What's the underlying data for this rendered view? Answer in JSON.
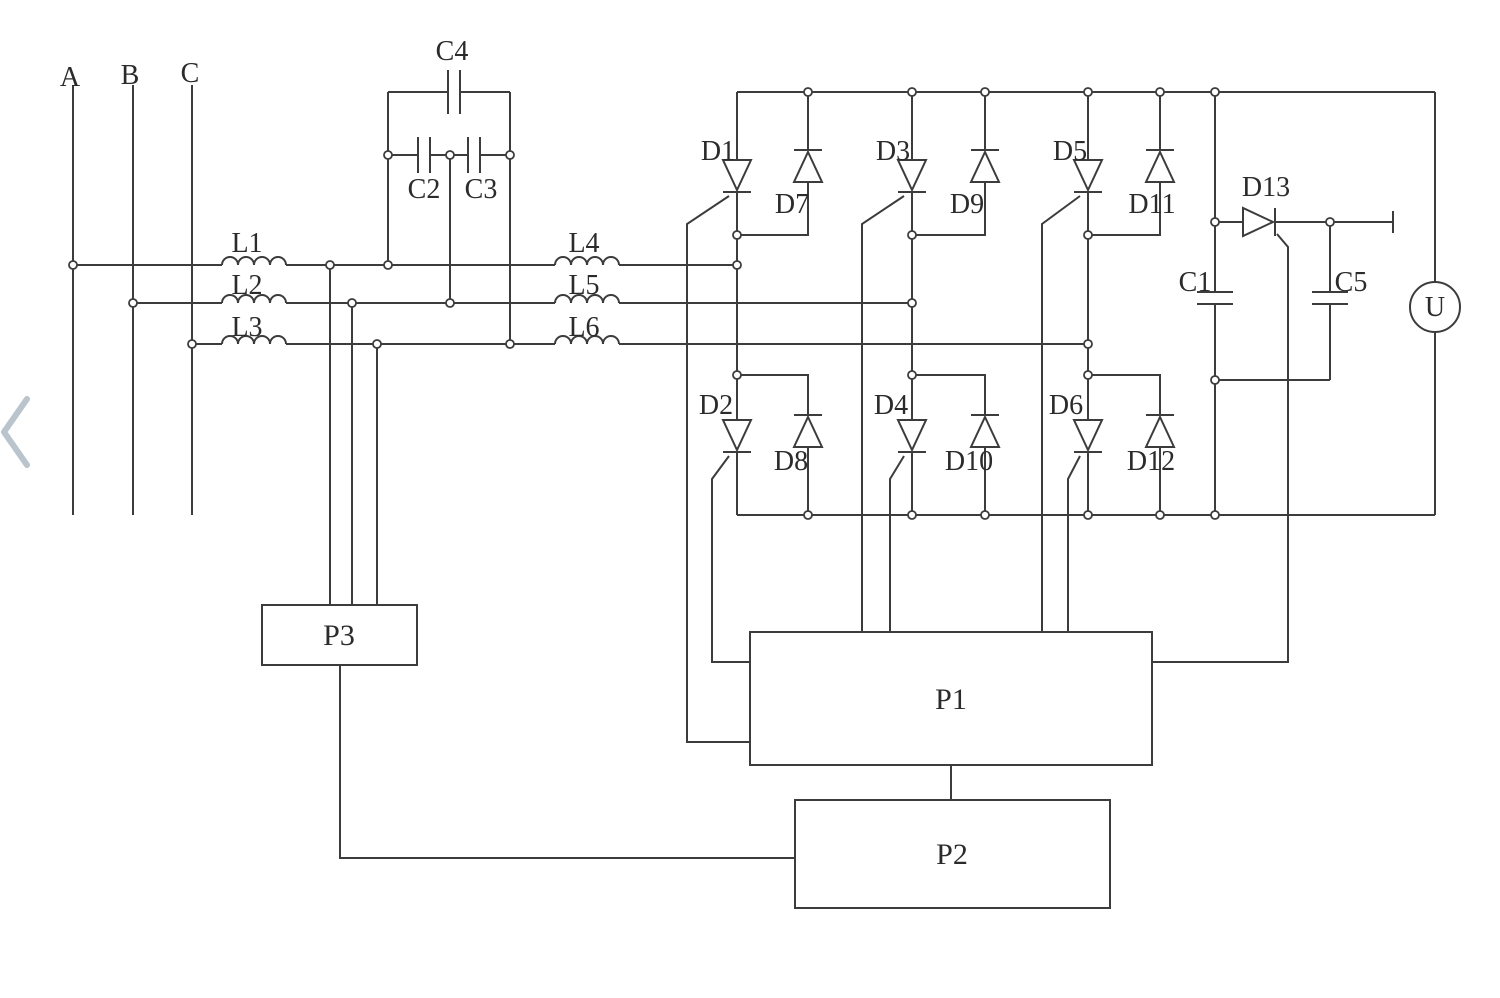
{
  "diagram": {
    "type": "circuit-schematic",
    "labels": {
      "a": "A",
      "b": "B",
      "c": "C",
      "l1": "L1",
      "l2": "L2",
      "l3": "L3",
      "l4": "L4",
      "l5": "L5",
      "l6": "L6",
      "c1": "C1",
      "c2": "C2",
      "c3": "C3",
      "c4": "C4",
      "c5": "C5",
      "d1": "D1",
      "d2": "D2",
      "d3": "D3",
      "d4": "D4",
      "d5": "D5",
      "d6": "D6",
      "d7": "D7",
      "d8": "D8",
      "d9": "D9",
      "d10": "D10",
      "d11": "D11",
      "d12": "D12",
      "d13": "D13",
      "p1": "P1",
      "p2": "P2",
      "p3": "P3",
      "u": "U"
    },
    "colors": {
      "wire": "#3c3c3c",
      "background": "#ffffff",
      "nav_arrow": "#b9c4cd"
    }
  }
}
